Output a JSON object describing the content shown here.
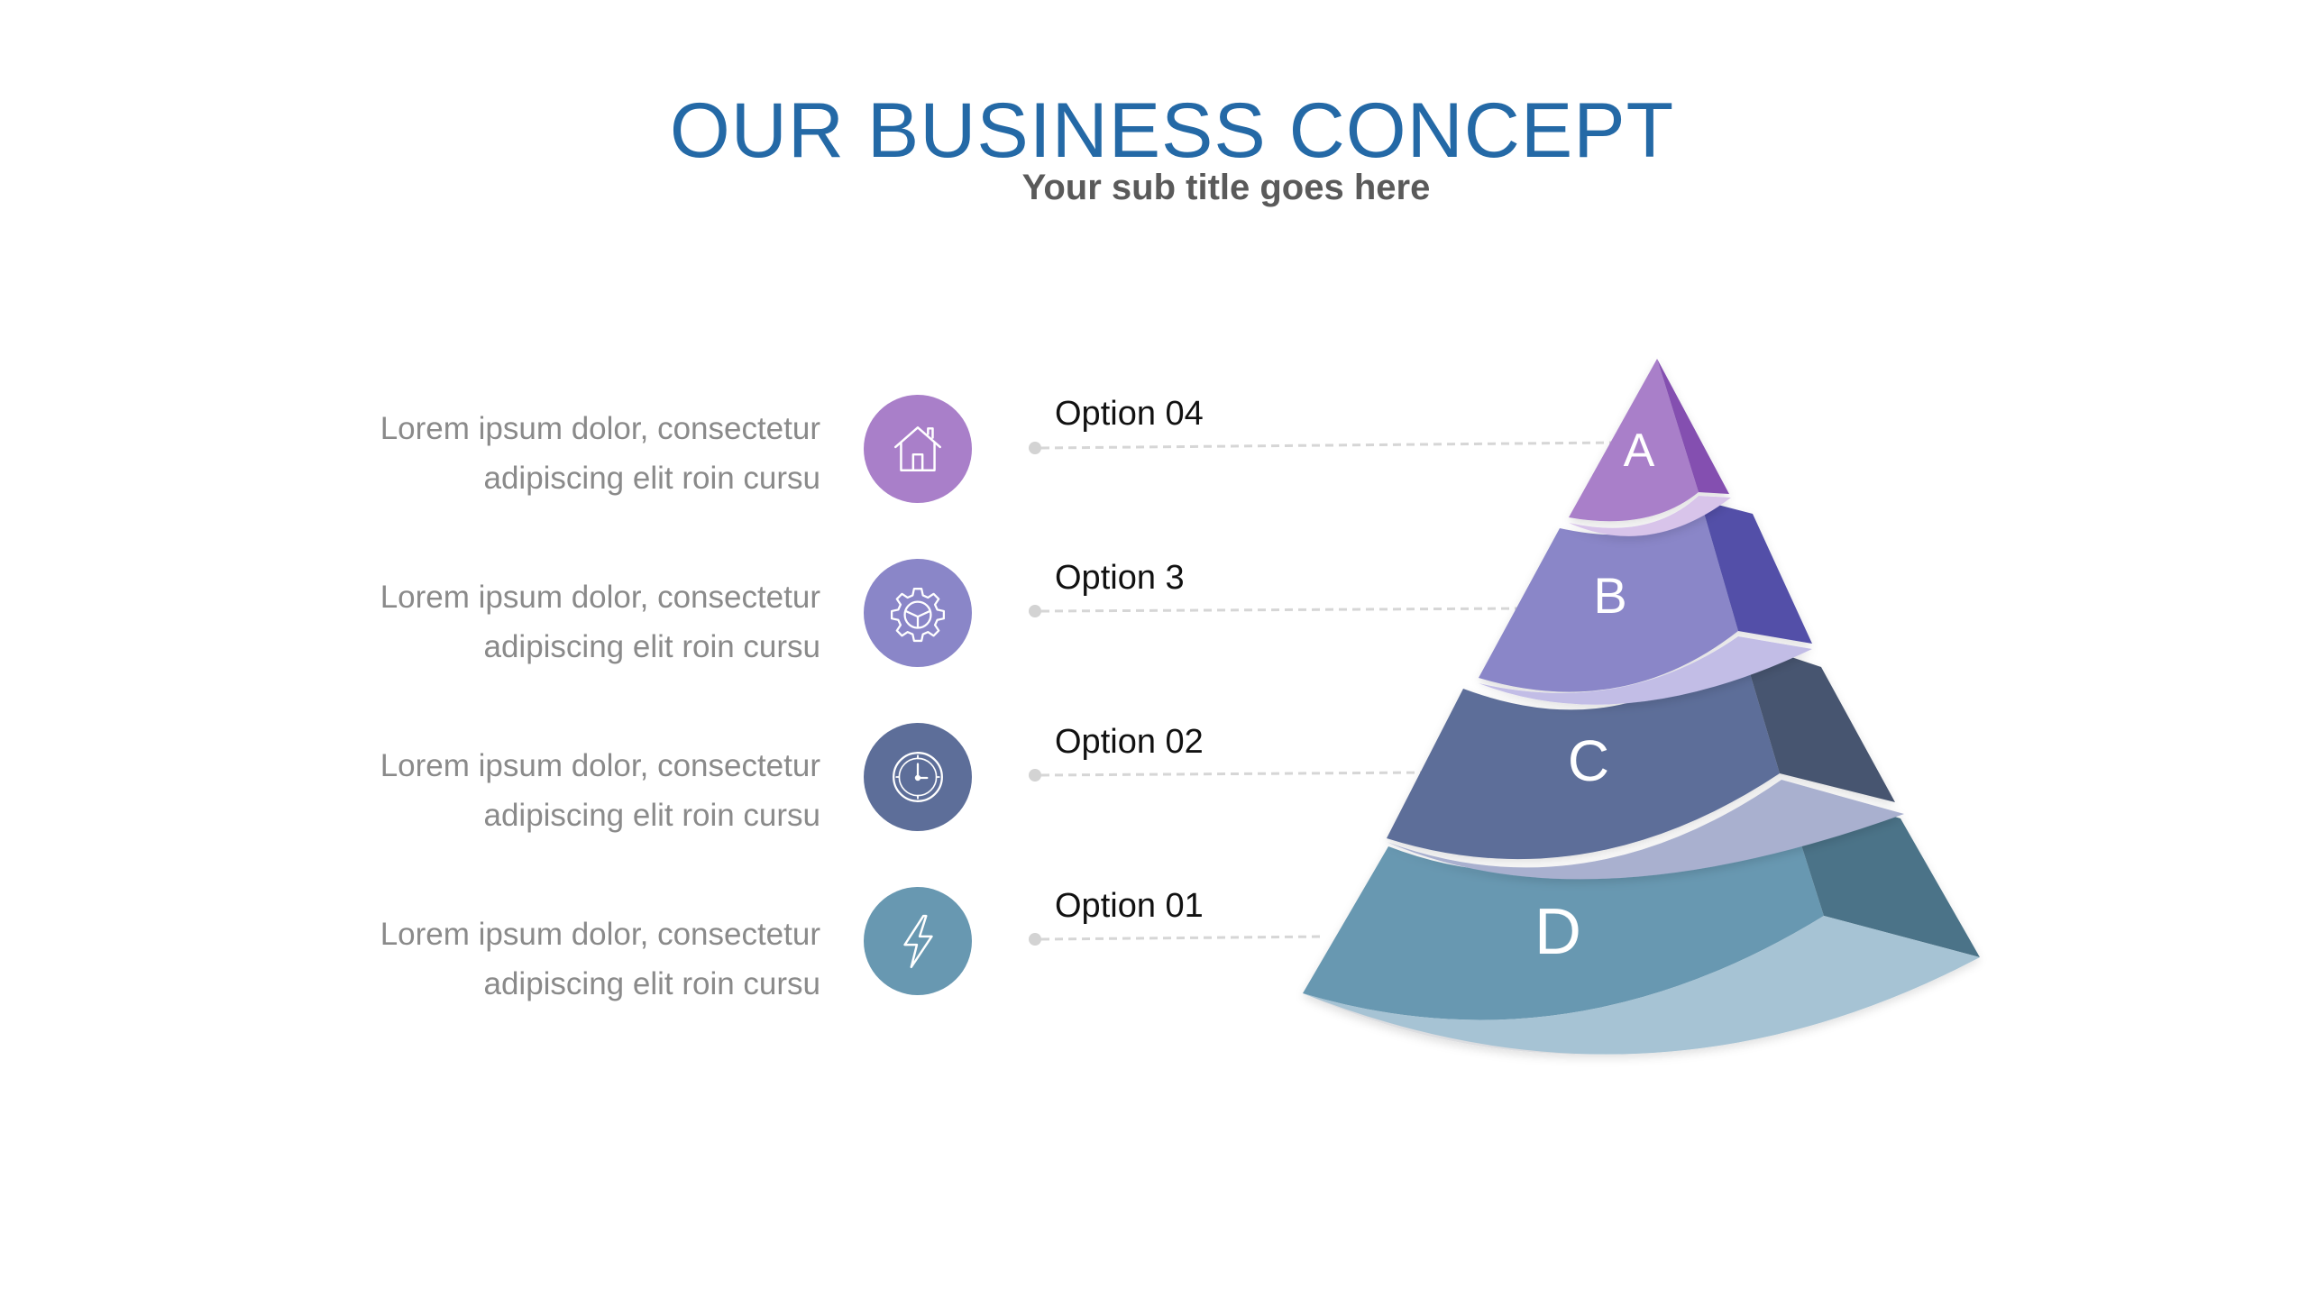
{
  "title": "OUR BUSINESS CONCEPT",
  "subtitle": "Your sub title goes here",
  "levels": [
    {
      "letter": "A",
      "option": "Option 04",
      "desc_line1": "Lorem ipsum dolor, consectetur",
      "desc_line2": "adipiscing elit roin cursu",
      "icon": "house-icon",
      "color": "#a97fc9"
    },
    {
      "letter": "B",
      "option": "Option 3",
      "desc_line1": "Lorem ipsum dolor, consectetur",
      "desc_line2": "adipiscing elit roin cursu",
      "icon": "gear-icon",
      "color": "#8a86c8"
    },
    {
      "letter": "C",
      "option": "Option 02",
      "desc_line1": "Lorem ipsum dolor, consectetur",
      "desc_line2": "adipiscing elit roin cursu",
      "icon": "clock-icon",
      "color": "#5d6e99"
    },
    {
      "letter": "D",
      "option": "Option 01",
      "desc_line1": "Lorem ipsum dolor, consectetur",
      "desc_line2": "adipiscing elit roin cursu",
      "icon": "lightning-icon",
      "color": "#6898b1"
    }
  ]
}
